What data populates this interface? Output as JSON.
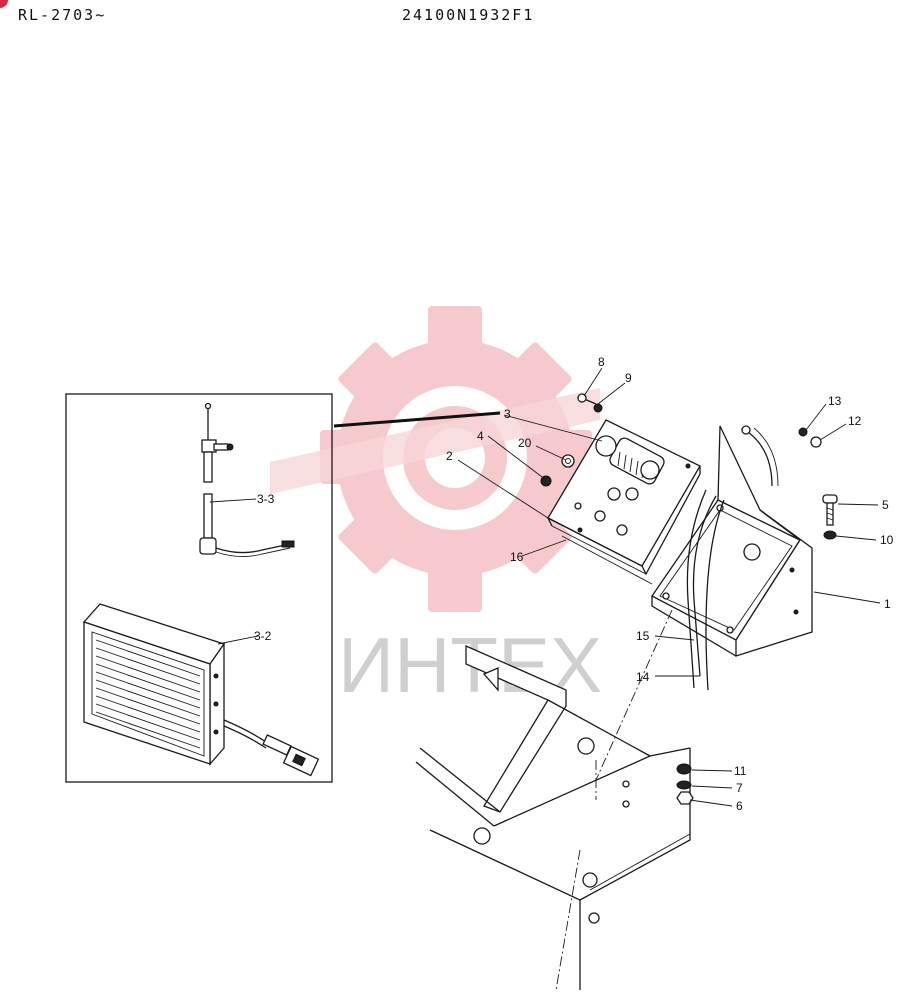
{
  "header": {
    "model_range": "RL-2703~",
    "drawing_number": "24100N1932F1"
  },
  "watermark": {
    "text": "ИНТЕХ",
    "gear_color": "#f6c9cc",
    "text_color": "#cfcfcf"
  },
  "colors": {
    "line": "#1a1a1a",
    "corner_badge": "#d62a3c"
  },
  "callouts": {
    "p1": "1",
    "p2": "2",
    "p3": "3",
    "p3_2": "3-2",
    "p3_3": "3-3",
    "p4": "4",
    "p5": "5",
    "p6": "6",
    "p7": "7",
    "p8": "8",
    "p9": "9",
    "p10": "10",
    "p11": "11",
    "p12": "12",
    "p13": "13",
    "p14": "14",
    "p15": "15",
    "p16": "16",
    "p20": "20"
  }
}
